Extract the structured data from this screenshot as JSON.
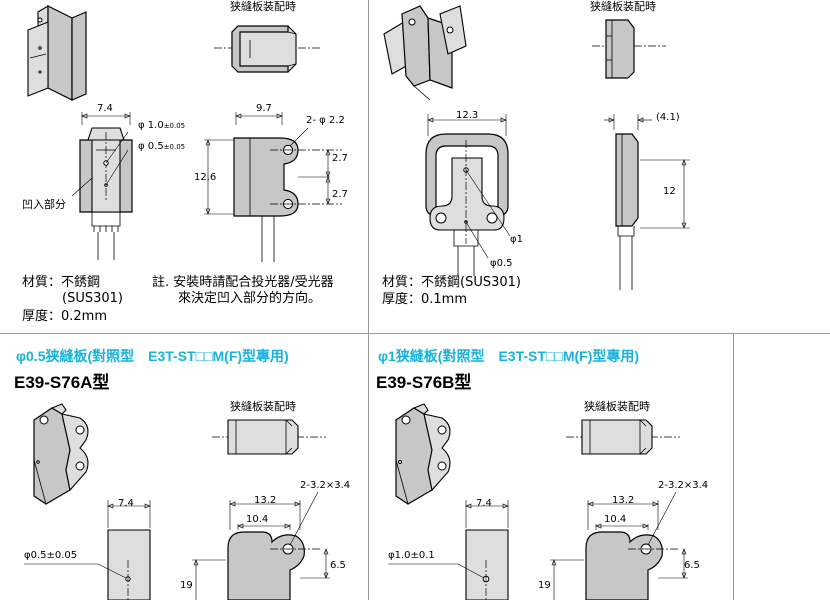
{
  "panels": {
    "top_left": {
      "mounted_caption": "狭縫板装配時",
      "dims": {
        "w_front": "7.4",
        "hole_large": "φ 1.0",
        "hole_large_tol": "±0.05",
        "hole_small": "φ 0.5",
        "hole_small_tol": "±0.05",
        "recess_label": "凹入部分",
        "w_side": "9.7",
        "holes": "2- φ 2.2",
        "pitch_top": "2.7",
        "pitch_bottom": "2.7",
        "height": "12.6"
      },
      "material_label": "材質：不銹鋼",
      "material_code": "(SUS301)",
      "thickness_label": "厚度：0.2mm",
      "note_line1": "註. 安裝時請配合投光器/受光器",
      "note_line2": "來決定凹入部分的方向。"
    },
    "top_right": {
      "mounted_caption": "狭縫板装配時",
      "dims": {
        "width": "12.3",
        "offset": "(4.1)",
        "height": "12",
        "hole_large": "φ1",
        "hole_small": "φ0.5"
      },
      "material_label": "材質：不銹鋼(SUS301)",
      "thickness_label": "厚度：0.1mm"
    },
    "bottom_left": {
      "title": "φ0.5狭縫板(對照型　E3T-ST□□M(F)型專用)",
      "model": "E39-S76A型",
      "mounted_caption": "狭縫板装配時",
      "dims": {
        "w_front": "7.4",
        "hole": "φ0.5±0.05",
        "holes": "2-3.2×3.4",
        "w_total": "13.2",
        "w_inner": "10.4",
        "pitch": "6.5",
        "height": "19"
      }
    },
    "bottom_right": {
      "title": "φ1狭縫板(對照型　E3T-ST□□M(F)型專用)",
      "model": "E39-S76B型",
      "mounted_caption": "狭縫板装配時",
      "dims": {
        "w_front": "7.4",
        "hole": "φ1.0±0.1",
        "holes": "2-3.2×3.4",
        "w_total": "13.2",
        "w_inner": "10.4",
        "pitch": "6.5",
        "height": "19"
      }
    }
  },
  "colors": {
    "title_accent": "#17b3dd",
    "grid_line": "#9a9a9a",
    "part_fill": "#c7c7c7"
  }
}
